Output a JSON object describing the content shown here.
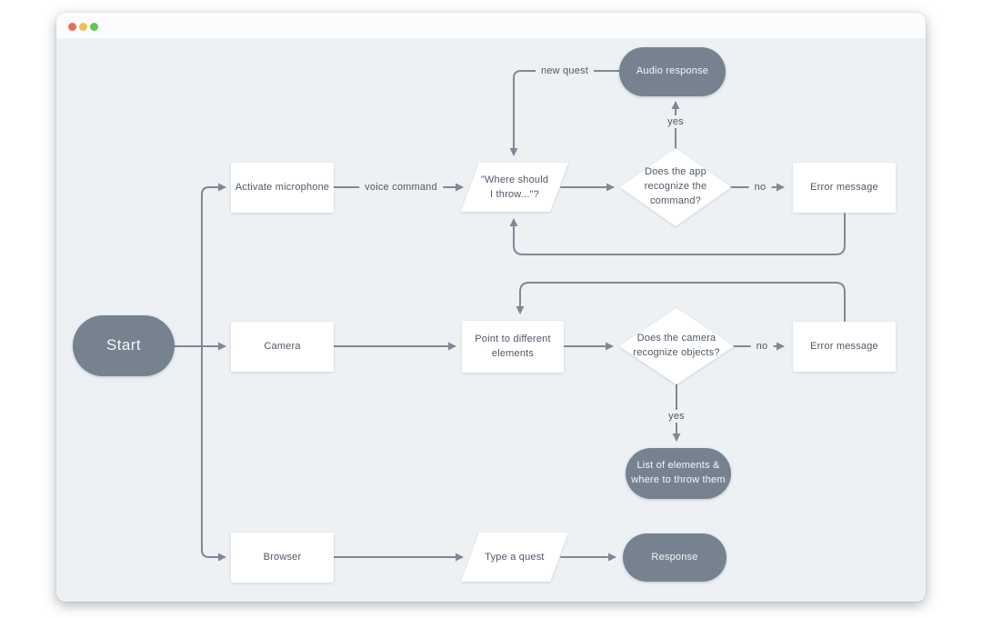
{
  "window": {
    "type": "macos-window",
    "traffic_lights": [
      "close",
      "minimize",
      "zoom"
    ]
  },
  "colors": {
    "canvas_background": "#edf1f4",
    "node_dark_fill": "#76828f",
    "node_light_fill": "#ffffff",
    "connector": "#7e8996",
    "text_dark": "#4e5866",
    "text_light": "#f4f6f8",
    "traffic_red": "#ed6a5e",
    "traffic_yellow": "#f5bf4f",
    "traffic_green": "#61c454"
  },
  "nodes": {
    "start": {
      "label": "Start",
      "shape": "pill"
    },
    "activate_microphone": {
      "label": "Activate microphone",
      "shape": "rectangle"
    },
    "where_throw": {
      "line1": "\"Where should",
      "line2": "I throw...\"?",
      "shape": "parallelogram"
    },
    "app_recognize": {
      "line1": "Does the app",
      "line2": "recognize the",
      "line3": "command?",
      "shape": "diamond"
    },
    "error_top": {
      "label": "Error message",
      "shape": "rectangle"
    },
    "audio_response": {
      "label": "Audio response",
      "shape": "pill"
    },
    "camera": {
      "label": "Camera",
      "shape": "rectangle"
    },
    "point_elements": {
      "line1": "Point to different",
      "line2": "elements",
      "shape": "rectangle"
    },
    "camera_recognize": {
      "line1": "Does the camera",
      "line2": "recognize objects?",
      "shape": "diamond"
    },
    "error_mid": {
      "label": "Error message",
      "shape": "rectangle"
    },
    "list_elements": {
      "line1": "List of elements &",
      "line2": "where to throw them",
      "shape": "pill"
    },
    "browser": {
      "label": "Browser",
      "shape": "rectangle"
    },
    "type_quest": {
      "label": "Type a quest",
      "shape": "parallelogram"
    },
    "response": {
      "label": "Response",
      "shape": "pill"
    }
  },
  "edge_labels": {
    "voice_command": "voice command",
    "new_quest": "new quest",
    "yes_audio": "yes",
    "no_top": "no",
    "no_mid": "no",
    "yes_list": "yes"
  }
}
